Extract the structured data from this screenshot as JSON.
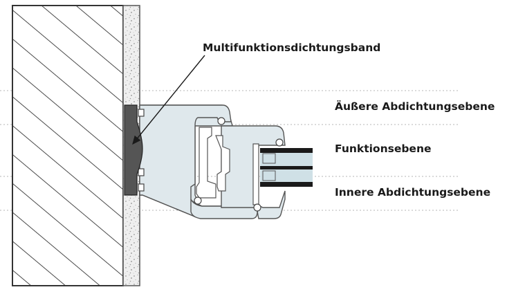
{
  "labels": {
    "seal_band": "Multifunktionsdichtungsband",
    "outer_plane": "Äußere Abdichtungsebene",
    "function_plane": "Funktionsebene",
    "inner_plane": "Innere Abdichtungsebene"
  },
  "colors": {
    "wall_fill": "#ffffff",
    "wall_hatch": "#4a4a4a",
    "plaster": "#efefef",
    "frame_fill": "#dfe8ec",
    "frame_stroke": "#555555",
    "seal_band": "#555555",
    "glass": "#cfe0e6",
    "glass_bar": "#1a1a1a",
    "dotted_line": "#b5b5b5",
    "text": "#1a1a1a"
  }
}
